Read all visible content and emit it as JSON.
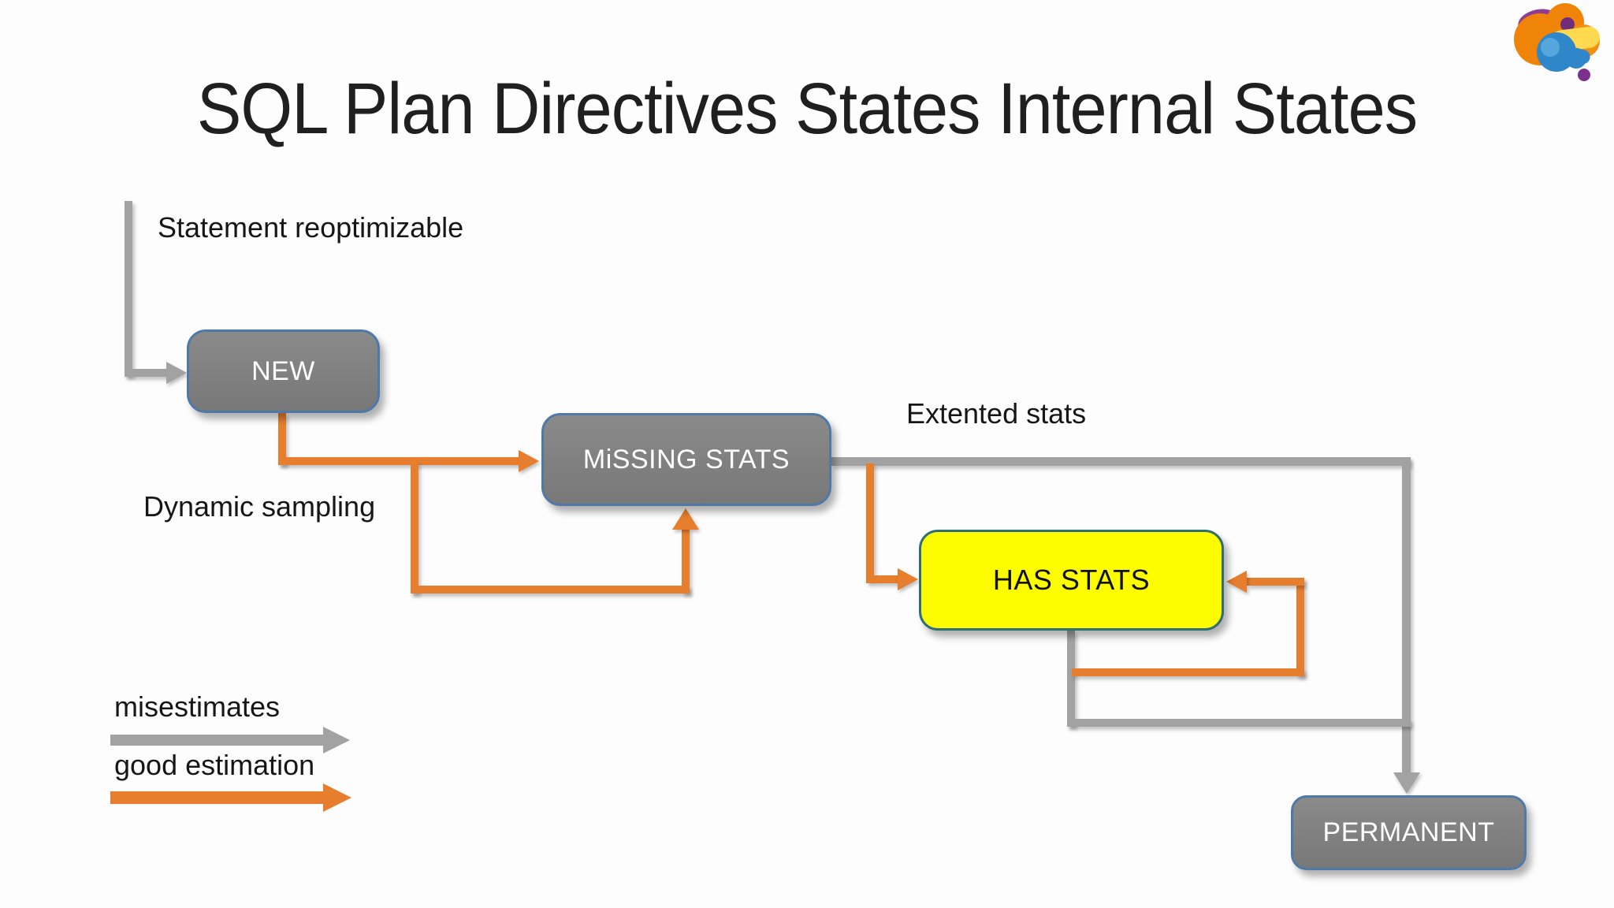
{
  "slide": {
    "title": "SQL Plan Directives States Internal States",
    "background": "#fdfdfd"
  },
  "colors": {
    "slide_bg": "#fdfdfd",
    "good_estimation": "#e77e2e",
    "misestimates": "#a2a2a2",
    "node_fill": "#7d7d7d",
    "node_border": "#4f79a8",
    "highlight_fill": "#fdfd00",
    "highlight_border": "#2f6e74",
    "text_on_node": "#ffffff"
  },
  "nodes": [
    {
      "id": "new",
      "label": "NEW"
    },
    {
      "id": "missing-stats",
      "label": "MiSSING STATS"
    },
    {
      "id": "has-stats",
      "label": "HAS STATS"
    },
    {
      "id": "permanent",
      "label": "PERMANENT"
    }
  ],
  "annotations": [
    {
      "id": "statement-reoptimizable",
      "text": "Statement reoptimizable"
    },
    {
      "id": "dynamic-sampling",
      "text": "Dynamic sampling"
    },
    {
      "id": "extented-stats",
      "text": "Extented stats"
    }
  ],
  "edges": [
    {
      "from": "start",
      "to": "new",
      "type": "misestimates"
    },
    {
      "from": "new",
      "to": "missing-stats",
      "type": "good-estimation"
    },
    {
      "from": "missing-stats",
      "to": "missing-stats",
      "type": "good-estimation-self-loop"
    },
    {
      "from": "missing-stats",
      "to": "has-stats",
      "type": "good-estimation"
    },
    {
      "from": "missing-stats",
      "to": "permanent",
      "type": "misestimates",
      "label": "Extented stats"
    },
    {
      "from": "has-stats",
      "to": "has-stats",
      "type": "good-estimation-self-loop"
    },
    {
      "from": "has-stats",
      "to": "permanent",
      "type": "misestimates"
    }
  ],
  "legend": [
    {
      "label": "misestimates",
      "color": "#a2a2a2"
    },
    {
      "label": "good estimation",
      "color": "#e77e2e"
    }
  ],
  "logo": {
    "name": "abstract-blob-logo"
  }
}
